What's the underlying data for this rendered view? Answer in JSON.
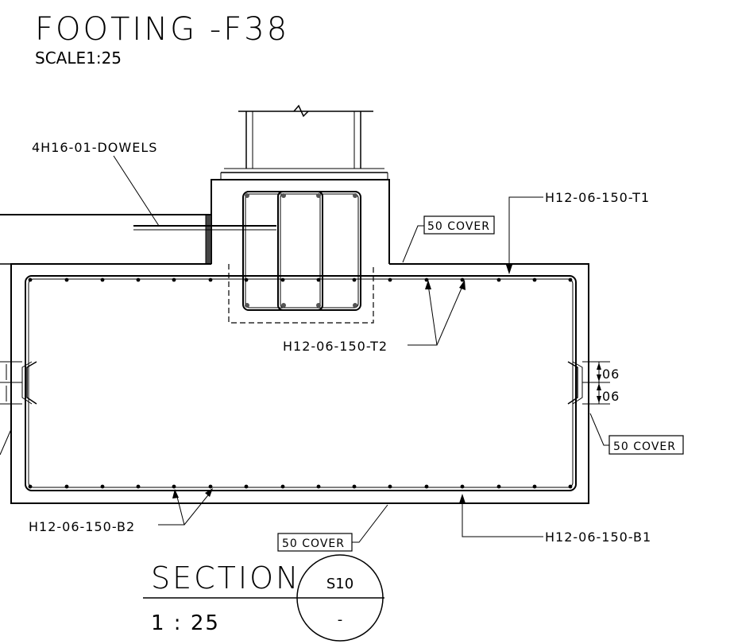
{
  "title": {
    "main": "FOOTING -F38",
    "scale": "SCALE1:25"
  },
  "labels": {
    "dowels": "4H16-01-DOWELS",
    "t1": "H12-06-150-T1",
    "t2": "H12-06-150-T2",
    "b1": "H12-06-150-B1",
    "b2": "H12-06-150-B2",
    "cover_top": "50 COVER",
    "cover_right": "50 COVER",
    "cover_bottom": "50 COVER",
    "dim_upper": "06",
    "dim_lower": "06"
  },
  "section": {
    "label": "SECTION",
    "scale": "1 : 25",
    "bubble_top": "S10",
    "bubble_bottom": "-"
  }
}
